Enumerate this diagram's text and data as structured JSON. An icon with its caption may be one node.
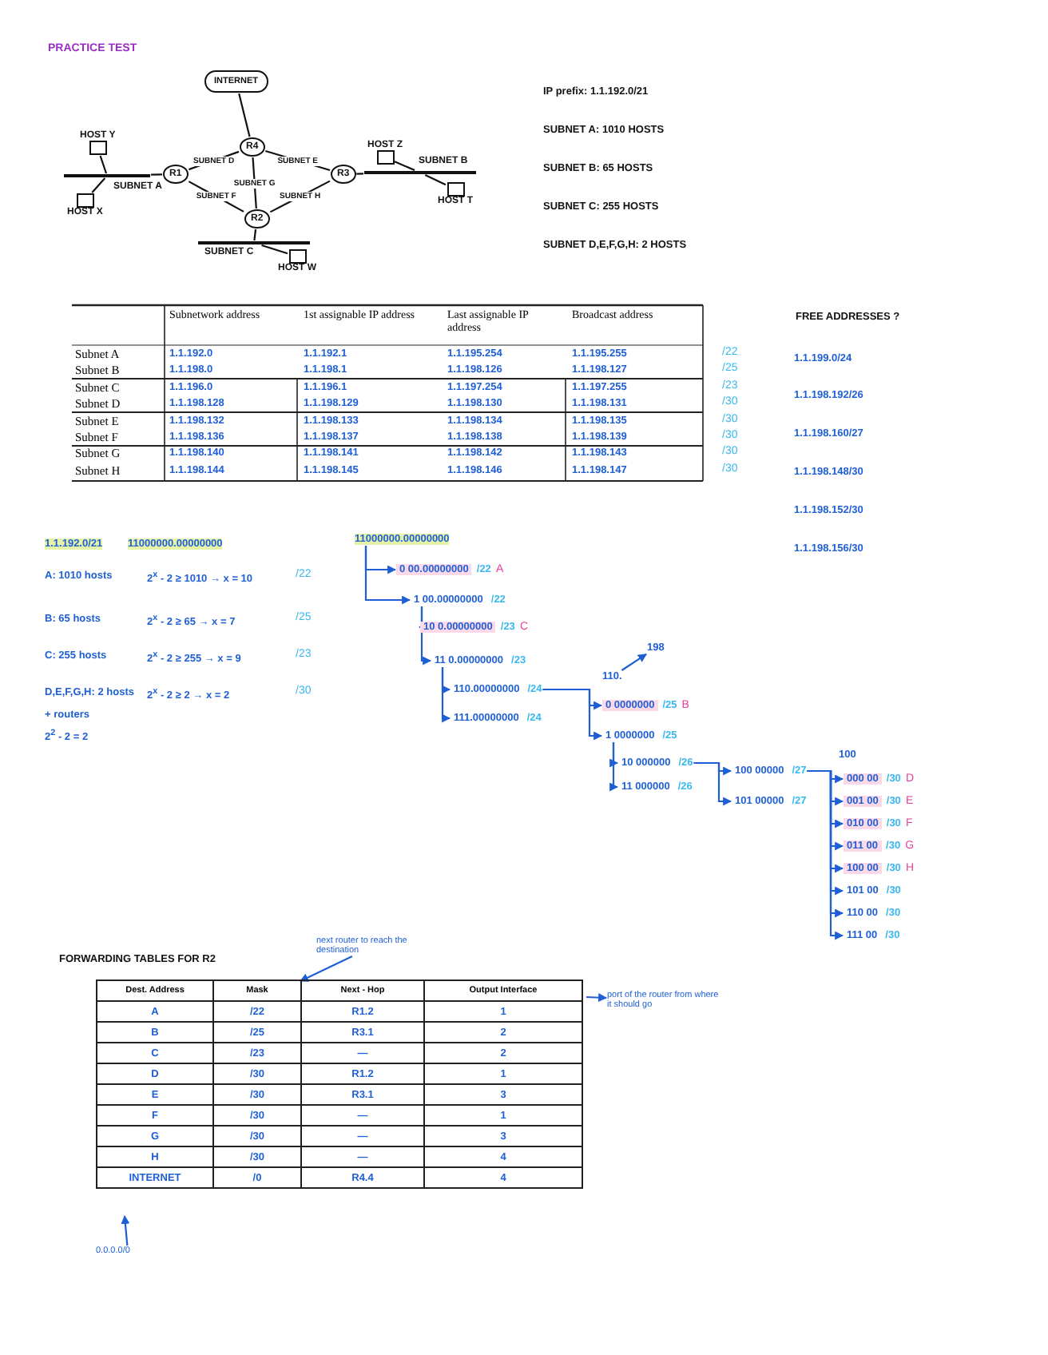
{
  "diagram": {
    "nodes": [
      {
        "text": [
          "INTERNET"
        ]
      },
      {
        "text": [
          "R4"
        ]
      },
      {
        "text": [
          "R1"
        ]
      },
      {
        "text": [
          "R3"
        ]
      },
      {
        "text": [
          "R2"
        ]
      },
      {
        "text": [],
        "shape": "bar",
        "beside": [
          "SUBNET A"
        ]
      },
      {
        "text": [],
        "shape": "bar",
        "beside": [
          "SUBNET B"
        ]
      },
      {
        "text": [],
        "shape": "bar",
        "beside": [
          "SUBNET C"
        ]
      },
      {
        "text": [
          "HOST Y"
        ]
      },
      {
        "text": [
          "HOST X"
        ]
      },
      {
        "text": [
          "HOST Z"
        ]
      },
      {
        "text": [
          "HOST T"
        ]
      },
      {
        "text": [
          "HOST W"
        ]
      },
      {
        "text": [
          "11000000.00000000"
        ]
      },
      {
        "text": [
          "0 00.00000000",
          "/22"
        ],
        "beside": [
          "A"
        ]
      },
      {
        "text": [
          "1 00.00000000",
          "/22"
        ]
      },
      {
        "text": [
          "10 0.00000000",
          "/23"
        ],
        "beside": [
          "C"
        ]
      },
      {
        "text": [
          "11 0.00000000",
          "/23"
        ]
      },
      {
        "text": [
          "110.00000000",
          "/24"
        ]
      },
      {
        "text": [
          "111.00000000",
          "/24"
        ]
      },
      {
        "text": [
          "110."
        ]
      },
      {
        "text": [
          "198"
        ]
      },
      {
        "text": [
          "0 0000000",
          "/25"
        ],
        "beside": [
          "B"
        ]
      },
      {
        "text": [
          "1 0000000",
          "/25"
        ]
      },
      {
        "text": [
          "10 000000",
          "/26"
        ]
      },
      {
        "text": [
          "11 000000",
          "/26"
        ]
      },
      {
        "text": [
          "100 00000",
          "/27"
        ]
      },
      {
        "text": [
          "101 00000",
          "/27"
        ]
      },
      {
        "text": [
          "000 00",
          "/30"
        ],
        "beside": [
          "D"
        ]
      },
      {
        "text": [
          "001 00",
          "/30"
        ],
        "beside": [
          "E"
        ]
      },
      {
        "text": [
          "010 00",
          "/30"
        ],
        "beside": [
          "F"
        ]
      },
      {
        "text": [
          "011 00",
          "/30"
        ],
        "beside": [
          "G"
        ]
      },
      {
        "text": [
          "100 00",
          "/30"
        ],
        "beside": [
          "H"
        ]
      },
      {
        "text": [
          "101 00",
          "/30"
        ]
      },
      {
        "text": [
          "110 00",
          "/30"
        ]
      },
      {
        "text": [
          "111 00",
          "/30"
        ]
      },
      {
        "text": [
          "next router to reach the destination"
        ]
      },
      {
        "text": [
          "port of the router from where it should go"
        ]
      },
      {
        "text": [
          "0.0.0.0/0"
        ]
      }
    ],
    "edges": [
      {
        "from": 0,
        "to": 1,
        "arrow": "none",
        "color": "#111111"
      },
      {
        "from": 2,
        "to": 1,
        "arrow": "none",
        "label": "SUBNET D",
        "color": "#111111"
      },
      {
        "from": 1,
        "to": 3,
        "arrow": "none",
        "label": "SUBNET E",
        "color": "#111111"
      },
      {
        "from": 2,
        "to": 4,
        "arrow": "none",
        "label": "SUBNET F",
        "color": "#111111"
      },
      {
        "from": 1,
        "to": 4,
        "arrow": "none",
        "label": "SUBNET G",
        "color": "#111111"
      },
      {
        "from": 4,
        "to": 3,
        "arrow": "none",
        "label": "SUBNET H",
        "color": "#111111"
      },
      {
        "from": 2,
        "to": 5,
        "arrow": "none",
        "color": "#111111"
      },
      {
        "from": 3,
        "to": 6,
        "arrow": "none",
        "color": "#111111"
      },
      {
        "from": 4,
        "to": 7,
        "arrow": "none",
        "color": "#111111"
      },
      {
        "from": 8,
        "to": 5,
        "arrow": "none",
        "color": "#111111"
      },
      {
        "from": 9,
        "to": 5,
        "arrow": "none",
        "color": "#111111"
      },
      {
        "from": 10,
        "to": 6,
        "arrow": "none",
        "color": "#111111"
      },
      {
        "from": 11,
        "to": 6,
        "arrow": "none",
        "color": "#111111"
      },
      {
        "from": 12,
        "to": 7,
        "arrow": "none",
        "color": "#111111"
      },
      {
        "from": 13,
        "to": 14,
        "arrow": "to"
      },
      {
        "from": 13,
        "to": 15,
        "arrow": "to"
      },
      {
        "from": 15,
        "to": 16,
        "arrow": "to"
      },
      {
        "from": 15,
        "to": 17,
        "arrow": "to"
      },
      {
        "from": 17,
        "to": 18,
        "arrow": "to"
      },
      {
        "from": 17,
        "to": 19,
        "arrow": "to"
      },
      {
        "from": 20,
        "to": 21,
        "arrow": "to"
      },
      {
        "from": 18,
        "to": 22,
        "arrow": "to"
      },
      {
        "from": 18,
        "to": 23,
        "arrow": "to"
      },
      {
        "from": 23,
        "to": 24,
        "arrow": "to"
      },
      {
        "from": 23,
        "to": 25,
        "arrow": "to"
      },
      {
        "from": 24,
        "to": 26,
        "arrow": "to"
      },
      {
        "from": 24,
        "to": 27,
        "arrow": "to"
      },
      {
        "from": 26,
        "to": 28,
        "arrow": "to"
      },
      {
        "from": 26,
        "to": 29,
        "arrow": "to"
      },
      {
        "from": 26,
        "to": 30,
        "arrow": "to"
      },
      {
        "from": 26,
        "to": 31,
        "arrow": "to"
      },
      {
        "from": 26,
        "to": 32,
        "arrow": "to"
      },
      {
        "from": 26,
        "to": 33,
        "arrow": "to"
      },
      {
        "from": 26,
        "to": 34,
        "arrow": "to"
      },
      {
        "from": 26,
        "to": 35,
        "arrow": "to"
      },
      {
        "from": 36,
        "to": null,
        "arrow": "to"
      },
      {
        "from": null,
        "to": 37,
        "arrow": "to"
      },
      {
        "from": 38,
        "to": null,
        "arrow": "to"
      }
    ],
    "labels": [
      "PRACTICE TEST",
      "IP prefix: 1.1.192.0/21",
      "SUBNET A: 1010 HOSTS",
      "SUBNET B: 65 HOSTS",
      "SUBNET C: 255 HOSTS",
      "SUBNET D,E,F,G,H: 2 HOSTS",
      "Subnetwork address",
      "1st assignable IP address",
      "Last assignable IP address",
      "Broadcast address",
      "Subnet A",
      "1.1.192.0",
      "1.1.192.1",
      "1.1.195.254",
      "1.1.195.255",
      "/22",
      "Subnet B",
      "1.1.198.0",
      "1.1.198.1",
      "1.1.198.126",
      "1.1.198.127",
      "/25",
      "Subnet C",
      "1.1.196.0",
      "1.1.196.1",
      "1.1.197.254",
      "1.1.197.255",
      "/23",
      "Subnet D",
      "1.1.198.128",
      "1.1.198.129",
      "1.1.198.130",
      "1.1.198.131",
      "/30",
      "Subnet E",
      "1.1.198.132",
      "1.1.198.133",
      "1.1.198.134",
      "1.1.198.135",
      "/30",
      "Subnet F",
      "1.1.198.136",
      "1.1.198.137",
      "1.1.198.138",
      "1.1.198.139",
      "/30",
      "Subnet G",
      "1.1.198.140",
      "1.1.198.141",
      "1.1.198.142",
      "1.1.198.143",
      "/30",
      "Subnet H",
      "1.1.198.144",
      "1.1.198.145",
      "1.1.198.146",
      "1.1.198.147",
      "/30",
      "FREE ADDRESSES ?",
      "1.1.199.0/24",
      "1.1.198.192/26",
      "1.1.198.160/27",
      "1.1.198.148/30",
      "1.1.198.152/30",
      "1.1.198.156/30",
      "1.1.192.0/21",
      "11000000.00000000",
      "A: 1010 hosts",
      "2$^{x}$ - 2 ≥ 1010 → x = 10",
      "/22",
      "B: 65 hosts",
      "2$^{x}$ - 2 ≥ 65 → x = 7",
      "/25",
      "C: 255 hosts",
      "2$^{x}$ - 2 ≥ 255 → x = 9",
      "/23",
      "D,E,F,G,H: 2 hosts",
      "2$^{x}$ - 2 ≥ 2 → x = 2",
      "/30",
      "+ routers",
      "2$^{2}$ - 2 = 2",
      "100",
      "FORWARDING TABLES FOR R2",
      "Dest. Address",
      "Mask",
      "Next - Hop",
      "Output Interface",
      "A",
      "/22",
      "R1.2",
      "1",
      "B",
      "/25",
      "R3.1",
      "2",
      "C",
      "/23",
      "—",
      "2",
      "D",
      "/30",
      "R1.2",
      "1",
      "E",
      "/30",
      "R3.1",
      "3",
      "F",
      "/30",
      "—",
      "1",
      "G",
      "/30",
      "—",
      "3",
      "H",
      "/30",
      "—",
      "4",
      "INTERNET",
      "/0",
      "R4.4",
      "4"
    ]
  }
}
